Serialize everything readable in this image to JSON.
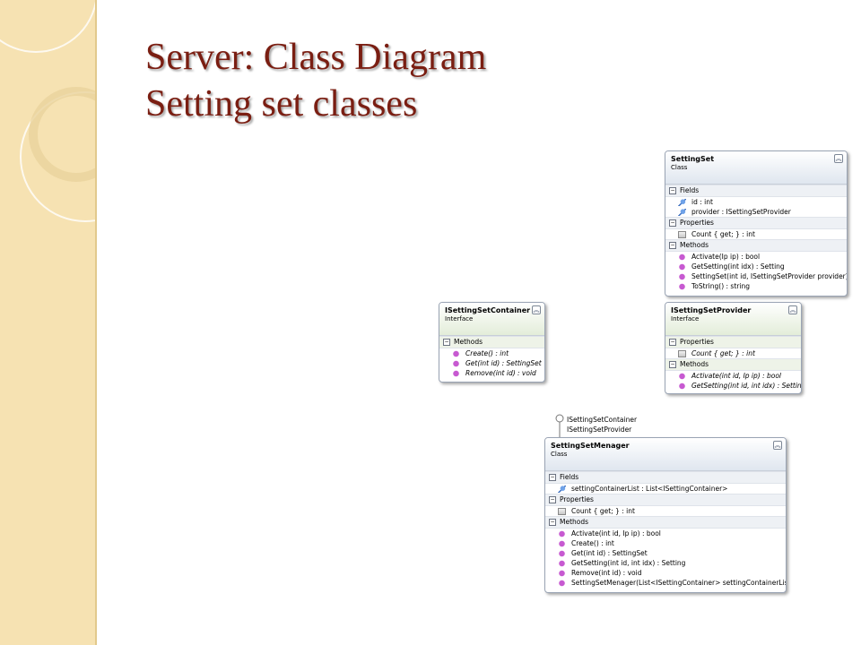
{
  "title": {
    "line1": "Server: Class Diagram",
    "line2": "Setting set classes"
  },
  "diagram": {
    "setting_set": {
      "name": "SettingSet",
      "stereotype": "Class",
      "sections": {
        "fields": "Fields",
        "properties": "Properties",
        "methods": "Methods"
      },
      "fields": [
        "id : int",
        "provider : ISettingSetProvider"
      ],
      "properties": [
        "Count { get; } : int"
      ],
      "methods": [
        "Activate(Ip ip) : bool",
        "GetSetting(int idx) : Setting",
        "SettingSet(int id, ISettingSetProvider provider)",
        "ToString() : string"
      ]
    },
    "setting_set_container": {
      "name": "ISettingSetContainer",
      "stereotype": "Interface",
      "sections": {
        "methods": "Methods"
      },
      "methods": [
        "Create() : int",
        "Get(int id) : SettingSet",
        "Remove(int id) : void"
      ]
    },
    "setting_set_provider": {
      "name": "ISettingSetProvider",
      "stereotype": "Interface",
      "sections": {
        "properties": "Properties",
        "methods": "Methods"
      },
      "properties": [
        "Count { get; } : int"
      ],
      "methods": [
        "Activate(int id, Ip ip) : bool",
        "GetSetting(int id, int idx) : Setting"
      ]
    },
    "setting_set_menager": {
      "name": "SettingSetMenager",
      "stereotype": "Class",
      "implements": [
        "ISettingSetContainer",
        "ISettingSetProvider"
      ],
      "sections": {
        "fields": "Fields",
        "properties": "Properties",
        "methods": "Methods"
      },
      "fields": [
        "settingContainerList : List<ISettingContainer>"
      ],
      "properties": [
        "Count { get; } : int"
      ],
      "methods": [
        "Activate(int id, Ip ip) : bool",
        "Create() : int",
        "Get(int id) : SettingSet",
        "GetSetting(int id, int idx) : Setting",
        "Remove(int id) : void",
        "SettingSetMenager(List<ISettingContainer> settingContainerList)"
      ]
    }
  },
  "icons": {
    "collapse": "double-chevron-up-icon",
    "expand_toggle": "minus-box-icon",
    "field": "field-icon",
    "property": "property-icon",
    "method": "method-icon"
  }
}
